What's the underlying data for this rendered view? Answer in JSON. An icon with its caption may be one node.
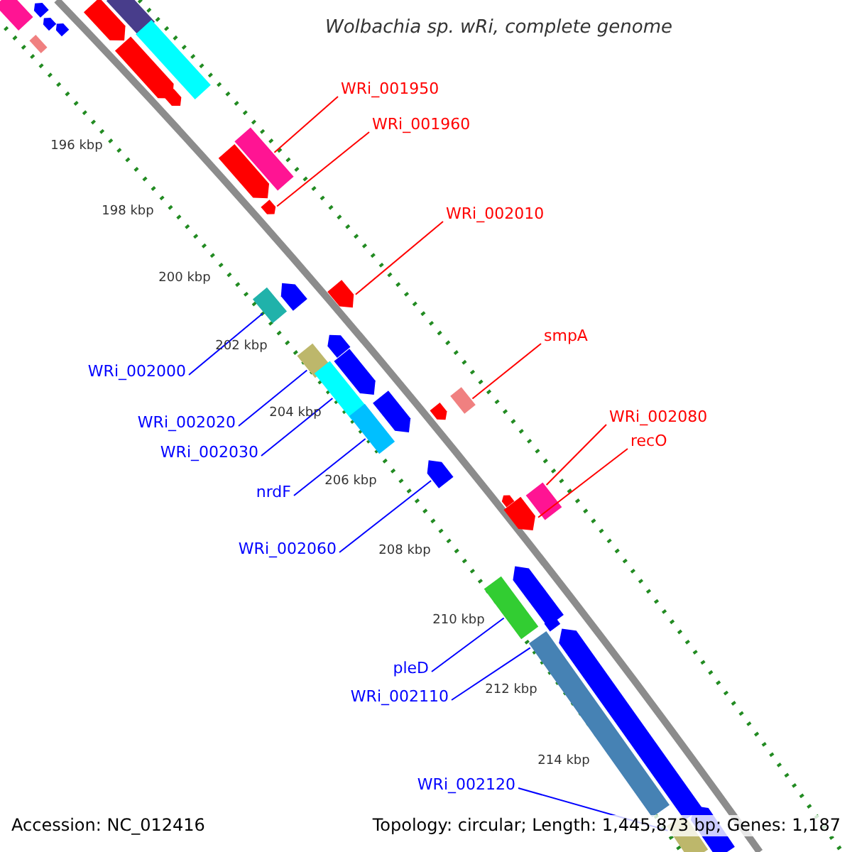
{
  "diagram": {
    "title": "Wolbachia sp. wRi, complete genome",
    "nodes": [
      {
        "text": [
          "WRi_001950"
        ]
      },
      {
        "text": [
          "WRi_001960"
        ]
      },
      {
        "text": [
          "WRi_002010"
        ]
      },
      {
        "text": [
          "smpA"
        ]
      },
      {
        "text": [
          "WRi_002000"
        ]
      },
      {
        "text": [
          "WRi_002020"
        ]
      },
      {
        "text": [
          "WRi_002080"
        ]
      },
      {
        "text": [
          "recO"
        ]
      },
      {
        "text": [
          "WRi_002030"
        ]
      },
      {
        "text": [
          "nrdF"
        ]
      },
      {
        "text": [
          "WRi_002060"
        ]
      },
      {
        "text": [
          "pleD"
        ]
      },
      {
        "text": [
          "WRi_002110"
        ]
      },
      {
        "text": [
          "WRi_002120"
        ]
      },
      {
        "text": [],
        "shape": "bar"
      },
      {
        "text": [],
        "shape": "bar"
      },
      {
        "text": [],
        "shape": "bar"
      },
      {
        "text": [],
        "shape": "bar"
      },
      {
        "text": [],
        "shape": "bar"
      },
      {
        "text": [],
        "shape": "bar"
      },
      {
        "text": [],
        "shape": "bar"
      },
      {
        "text": [],
        "shape": "bar"
      },
      {
        "text": [],
        "shape": "bar"
      },
      {
        "text": [],
        "shape": "bar"
      },
      {
        "text": [],
        "shape": "bar"
      },
      {
        "text": [],
        "shape": "bar"
      },
      {
        "text": [],
        "shape": "bar"
      },
      {
        "text": [],
        "shape": "bar"
      },
      {
        "text": [],
        "shape": "bar"
      },
      {
        "text": [],
        "shape": "bar"
      },
      {
        "text": [],
        "shape": "bar"
      },
      {
        "text": [],
        "shape": "bar"
      },
      {
        "text": [],
        "shape": "bar"
      },
      {
        "text": [],
        "shape": "bar"
      },
      {
        "text": [],
        "shape": "bar"
      },
      {
        "text": [],
        "shape": "bar"
      },
      {
        "text": [],
        "shape": "bar"
      },
      {
        "text": [],
        "shape": "bar"
      },
      {
        "text": [],
        "shape": "bar"
      },
      {
        "text": [],
        "shape": "bar"
      },
      {
        "text": [],
        "shape": "bar"
      },
      {
        "text": [],
        "shape": "bar"
      },
      {
        "text": [],
        "shape": "bar"
      },
      {
        "text": [],
        "shape": "bar"
      },
      {
        "text": [],
        "shape": "bar"
      },
      {
        "text": [],
        "shape": "bar"
      },
      {
        "text": [],
        "shape": "bar"
      },
      {
        "text": [],
        "shape": "bar"
      },
      {
        "text": [],
        "shape": "bar"
      }
    ],
    "edges": [
      {
        "from": 0,
        "to": 14,
        "arrow": "none",
        "color": "#ff0000"
      },
      {
        "from": 1,
        "to": 15,
        "arrow": "none",
        "color": "#ff0000"
      },
      {
        "from": 2,
        "to": 16,
        "arrow": "none",
        "color": "#ff0000"
      },
      {
        "from": 3,
        "to": 20,
        "arrow": "none",
        "color": "#ff0000"
      },
      {
        "from": 4,
        "to": 17,
        "arrow": "none"
      },
      {
        "from": 5,
        "to": 18,
        "arrow": "none"
      },
      {
        "from": 6,
        "to": 23,
        "arrow": "none",
        "color": "#ff0000"
      },
      {
        "from": 7,
        "to": 24,
        "arrow": "none",
        "color": "#ff0000"
      },
      {
        "from": 8,
        "to": 19,
        "arrow": "none"
      },
      {
        "from": 9,
        "to": 21,
        "arrow": "none"
      },
      {
        "from": 10,
        "to": 22,
        "arrow": "none"
      },
      {
        "from": 11,
        "to": 25,
        "arrow": "none"
      },
      {
        "from": 12,
        "to": 26,
        "arrow": "none"
      },
      {
        "from": 13,
        "to": 27,
        "arrow": "none"
      }
    ],
    "labels": [
      "196 kbp",
      "198 kbp",
      "200 kbp",
      "202 kbp",
      "204 kbp",
      "206 kbp",
      "208 kbp",
      "210 kbp",
      "212 kbp",
      "214 kbp",
      "Accession: NC_012416",
      "Topology: circular; Length: 1,445,873 bp; Genes: 1,187"
    ]
  }
}
